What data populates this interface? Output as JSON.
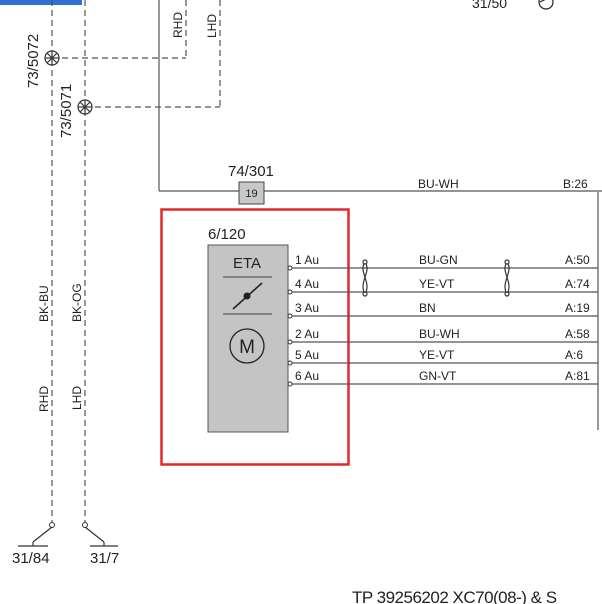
{
  "header_fragment": "31/50",
  "ground_left": {
    "component_a": "73/5072",
    "component_b": "73/5071",
    "variant_a": "RHD",
    "variant_b": "LHD",
    "wire_a": "BK-BU",
    "wire_b": "BK-OG",
    "ground_a": "31/84",
    "ground_b": "31/7"
  },
  "top_variants": {
    "rhd": "RHD",
    "lhd": "LHD"
  },
  "connector": {
    "label": "74/301",
    "pin": "19",
    "wire": "BU-WH",
    "dest": "B:26"
  },
  "module": {
    "id": "6/120",
    "name": "ETA",
    "motor_symbol": "M",
    "pins": [
      {
        "label": "1 Au",
        "wire": "BU-GN",
        "dest": "A:50"
      },
      {
        "label": "4 Au",
        "wire": "YE-VT",
        "dest": "A:74"
      },
      {
        "label": "3 Au",
        "wire": "BN",
        "dest": "A:19"
      },
      {
        "label": "2 Au",
        "wire": "BU-WH",
        "dest": "A:58"
      },
      {
        "label": "5 Au",
        "wire": "YE-VT",
        "dest": "A:6"
      },
      {
        "label": "6 Au",
        "wire": "GN-VT",
        "dest": "A:81"
      }
    ]
  },
  "highlight_color": "#e0282e",
  "footer": "TP 39256202 XC70(08-) & S"
}
